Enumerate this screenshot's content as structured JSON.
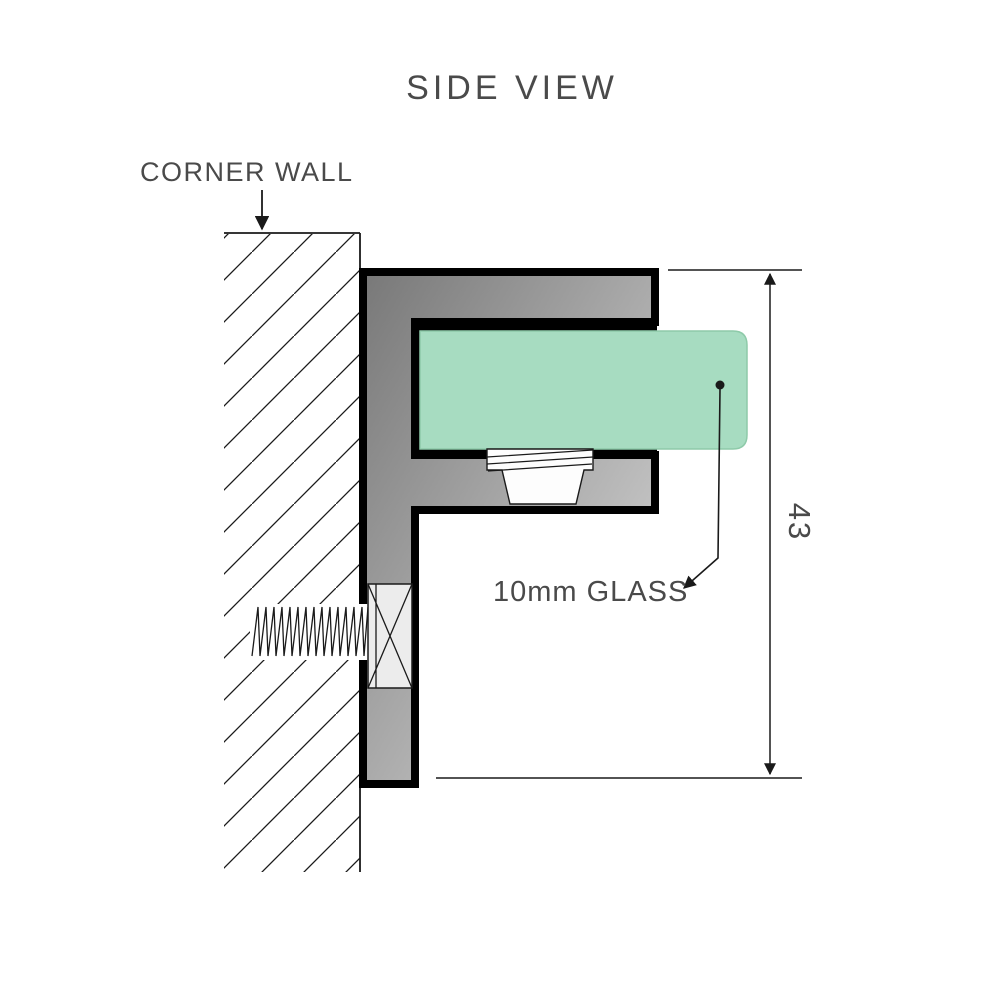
{
  "title": "SIDE VIEW",
  "labels": {
    "corner_wall": "CORNER WALL",
    "glass": "10mm GLASS",
    "dimension_height": "43"
  },
  "colors": {
    "background": "#ffffff",
    "line": "#1a1a1a",
    "text": "#4a4a4a",
    "glass_fill": "#a7dcc1",
    "glass_edge": "#8ecaa9",
    "bracket_gradient_dark": "#787878",
    "bracket_gradient_light": "#dcdcdc",
    "liner": "#000000",
    "gasket_fill": "#fdfdfd",
    "screw_head_fill": "#ececec"
  },
  "parts": {
    "wall": "hatched corner wall",
    "bracket": "wall-mount glass clamp profile",
    "glass_panel": "10mm glass panel",
    "screw": "fixing screw",
    "gasket": "rubber gasket"
  }
}
